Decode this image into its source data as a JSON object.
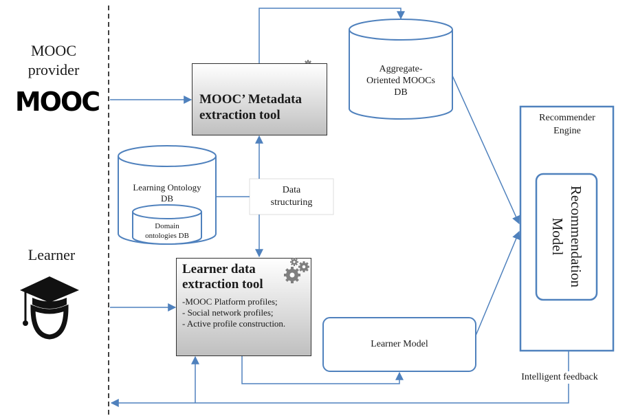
{
  "actors": {
    "provider_label": "MOOC\nprovider",
    "provider_logo_text": "MOOC",
    "learner_label": "Learner"
  },
  "nodes": {
    "metadata_tool": "MOOC’ Metadata extraction tool",
    "aggregate_db": "Aggregate-\nOriented MOOCs\nDB",
    "learning_ontology_db": "Learning Ontology\nDB",
    "domain_ontologies_db": "Domain\nontologies DB",
    "data_structuring": "Data\nstructuring",
    "learner_tool_title": "Learner data extraction tool",
    "learner_tool_items": [
      "-MOOC Platform profiles;",
      "- Social network profiles;",
      "- Active profile construction."
    ],
    "learner_model": "Learner Model",
    "recommender_engine": "Recommender\nEngine",
    "recommendation_model": "Recommendation Model",
    "intelligent_feedback": "Intelligent feedback"
  },
  "icons": [
    "gears-icon",
    "mooc-logo",
    "graduate-learner-icon"
  ],
  "colors": {
    "line": "#4f81bd",
    "box_border": "#303030",
    "gear": "#7f7f7f"
  }
}
